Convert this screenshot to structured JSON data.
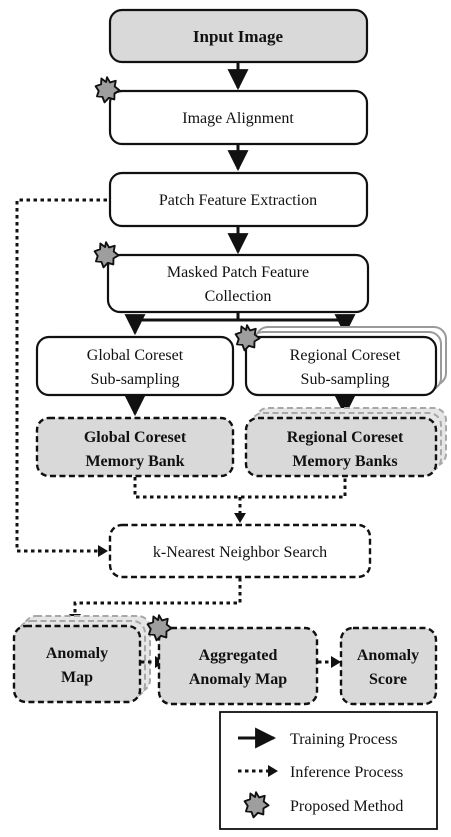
{
  "nodes": {
    "input_image": "Input Image",
    "image_alignment": "Image Alignment",
    "patch_feature_extraction": "Patch Feature Extraction",
    "masked_patch_feature_collection": [
      "Masked Patch Feature",
      "Collection"
    ],
    "global_coreset_subsampling": [
      "Global Coreset",
      "Sub-sampling"
    ],
    "regional_coreset_subsampling": [
      "Regional Coreset",
      "Sub-sampling"
    ],
    "global_coreset_memory_bank": [
      "Global Coreset",
      "Memory Bank"
    ],
    "regional_coreset_memory_banks": [
      "Regional Coreset",
      "Memory Banks"
    ],
    "knn_search": "k-Nearest Neighbor Search",
    "anomaly_map": [
      "Anomaly",
      "Map"
    ],
    "aggregated_anomaly_map": [
      "Aggregated",
      "Anomaly Map"
    ],
    "anomaly_score": [
      "Anomaly",
      "Score"
    ]
  },
  "legend": {
    "training": "Training Process",
    "inference": "Inference Process",
    "proposed": "Proposed Method"
  },
  "colors": {
    "shaded_fill": "#d9d9d9",
    "stroke": "#111111",
    "stack_gray": "#9a9a9a"
  },
  "icons": {
    "proposed_marker": "star-icon"
  }
}
